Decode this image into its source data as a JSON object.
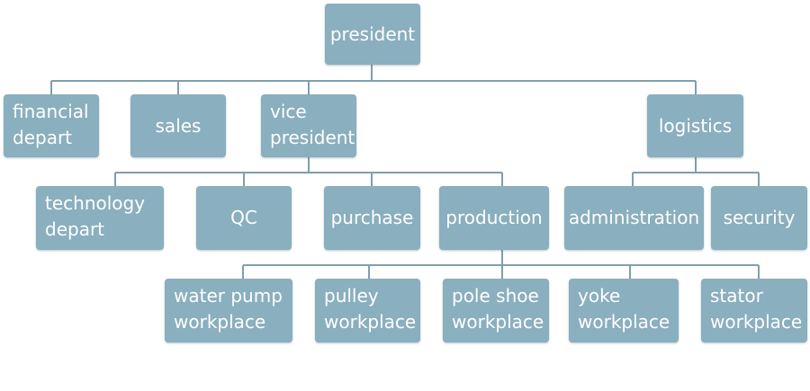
{
  "org_chart": {
    "president": "president",
    "financial_depart": "financial\ndepart",
    "sales": "sales",
    "vice_president": "vice\npresident",
    "logistics": "logistics",
    "technology_depart": "technology\ndepart",
    "qc": "QC",
    "purchase": "purchase",
    "production": "production",
    "administration": "administration",
    "security": "security",
    "water_pump_workplace": "water pump\nworkplace",
    "pulley_workplace": "pulley\nworkplace",
    "pole_shoe_workplace": "pole shoe\nworkplace",
    "yoke_workplace": "yoke\nworkplace",
    "stator_workplace": "stator\nworkplace"
  },
  "colors": {
    "box_fill": "#8aafbe",
    "connector": "#7f9fad",
    "text": "#ffffff"
  }
}
